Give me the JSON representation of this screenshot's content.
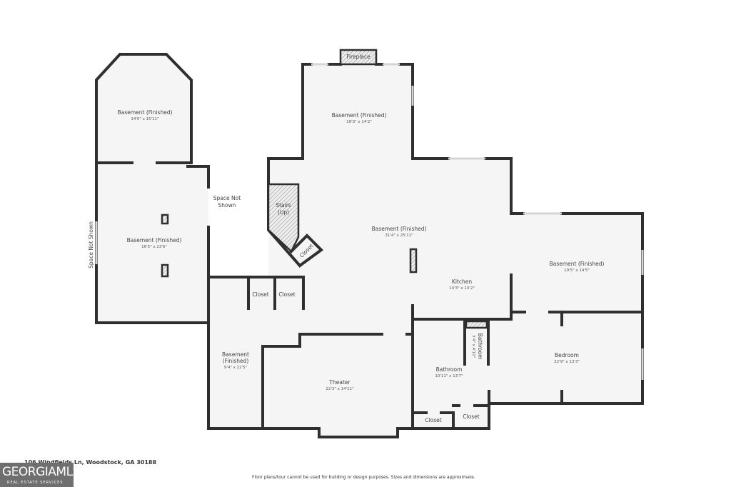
{
  "rooms": {
    "octagon": {
      "name": "Basement (Finished)",
      "dims": "14'0\" x 15'11\""
    },
    "left": {
      "name": "Basement (Finished)",
      "dims": "16'5\" x 23'6\""
    },
    "top": {
      "name": "Basement (Finished)",
      "dims": "16'3\" x 14'2\""
    },
    "main": {
      "name": "Basement (Finished)",
      "dims": "31'4\" x 25'11\""
    },
    "right": {
      "name": "Basement (Finished)",
      "dims": "19'5\" x 14'5\""
    },
    "kitchen": {
      "name": "Kitchen",
      "dims": "14'3\" x 10'2\""
    },
    "lower": {
      "name1": "Basement",
      "name2": "(Finished)",
      "dims": "9'4\" x 22'5\""
    },
    "theater": {
      "name": "Theater",
      "dims": "22'3\" x 14'11\""
    },
    "bathroom": {
      "name": "Bathroom",
      "dims": "10'11\" x 13'7\""
    },
    "small_bath": {
      "name": "Bathroom",
      "dims": "3'4\" x 4'10\""
    },
    "bedroom": {
      "name": "Bedroom",
      "dims": "22'9\" x 13'3\""
    }
  },
  "labels": {
    "fireplace": "Fireplace",
    "stairs1": "Stairs",
    "stairs2": "(Up)",
    "closet": "Closet",
    "space_not_shown1": "Space Not",
    "space_not_shown2": "Shown",
    "space_not_shown_vertical": "Space Not Shown"
  },
  "footer": {
    "address": "106 Windfields Ln, Woodstock, GA 30188",
    "disclaimer": "Floor plans/tour cannot be used for building or design purposes. Sizes and dimensions are approximate."
  },
  "logo": {
    "text": "GEORGIAMLS",
    "sub": "REAL ESTATE SERVICES"
  }
}
